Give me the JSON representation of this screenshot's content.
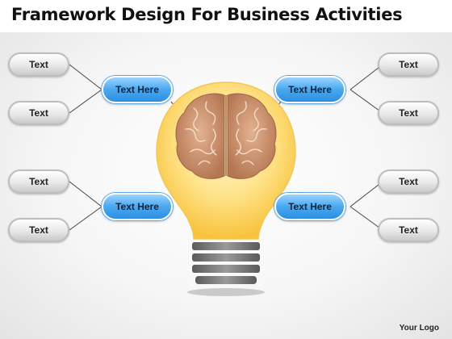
{
  "title": "Framework Design For Business Activities",
  "left": {
    "top_group": {
      "hub": "Text Here",
      "outer": [
        "Text",
        "Text"
      ]
    },
    "bottom_group": {
      "hub": "Text Here",
      "outer": [
        "Text",
        "Text"
      ]
    }
  },
  "right": {
    "top_group": {
      "hub": "Text Here",
      "outer": [
        "Text",
        "Text"
      ]
    },
    "bottom_group": {
      "hub": "Text Here",
      "outer": [
        "Text",
        "Text"
      ]
    }
  },
  "logo": "Your Logo",
  "colors": {
    "hub_fill": "#3d9fe9",
    "outer_fill": "#dcdcdc",
    "bulb_glow": "#ffd966",
    "brain": "#c98e6e",
    "lines": "#444444"
  },
  "icons": [
    "lightbulb-icon",
    "brain-icon"
  ]
}
